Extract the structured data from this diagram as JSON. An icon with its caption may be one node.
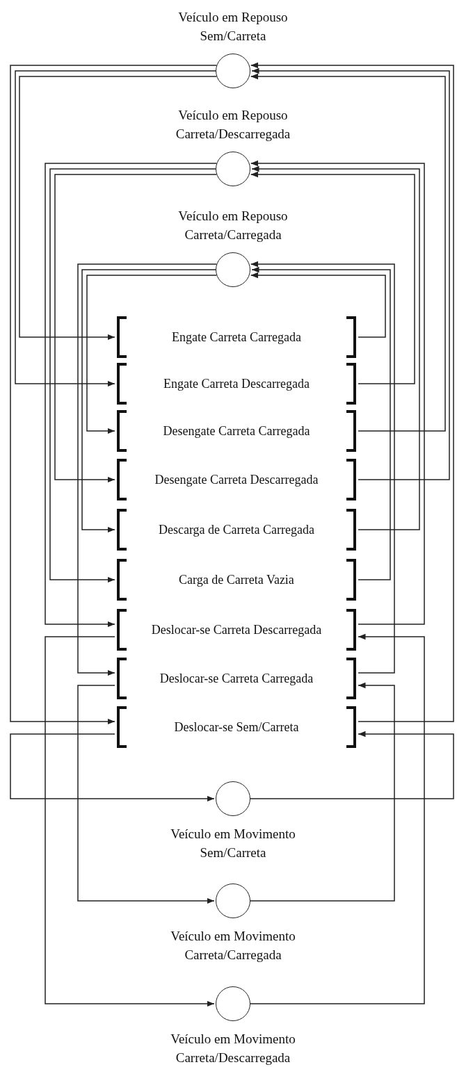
{
  "diagram": {
    "nodes": [
      {
        "text": [
          "Veículo em Repouso Sem/Carreta"
        ]
      },
      {
        "text": [
          "Veículo em Repouso Carreta/Descarregada"
        ]
      },
      {
        "text": [
          "Veículo em Repouso Carreta/Carregada"
        ]
      },
      {
        "text": [
          "Engate Carreta Carregada"
        ]
      },
      {
        "text": [
          "Engate Carreta Descarregada"
        ]
      },
      {
        "text": [
          "Desengate Carreta Carregada"
        ]
      },
      {
        "text": [
          "Desengate Carreta Descarregada"
        ]
      },
      {
        "text": [
          "Descarga de Carreta Carregada"
        ]
      },
      {
        "text": [
          "Carga de Carreta Vazia"
        ]
      },
      {
        "text": [
          "Deslocar-se Carreta Descarregada"
        ]
      },
      {
        "text": [
          "Deslocar-se Carreta Carregada"
        ]
      },
      {
        "text": [
          "Deslocar-se Sem/Carreta"
        ]
      },
      {
        "text": [
          "Veículo em Movimento Sem/Carreta"
        ]
      },
      {
        "text": [
          "Veículo em Movimento Carreta/Carregada"
        ]
      },
      {
        "text": [
          "Veículo em Movimento Carreta/Descarregada"
        ]
      }
    ],
    "edges": [
      {
        "from": 0,
        "to": 3,
        "arrow": "to"
      },
      {
        "from": 0,
        "to": 4,
        "arrow": "to"
      },
      {
        "from": 0,
        "to": 11,
        "arrow": "to"
      },
      {
        "from": 1,
        "to": 6,
        "arrow": "to"
      },
      {
        "from": 1,
        "to": 8,
        "arrow": "to"
      },
      {
        "from": 1,
        "to": 9,
        "arrow": "to"
      },
      {
        "from": 2,
        "to": 5,
        "arrow": "to"
      },
      {
        "from": 2,
        "to": 7,
        "arrow": "to"
      },
      {
        "from": 2,
        "to": 10,
        "arrow": "to"
      },
      {
        "from": 3,
        "to": 2,
        "arrow": "to"
      },
      {
        "from": 8,
        "to": 2,
        "arrow": "to"
      },
      {
        "from": 10,
        "to": 2,
        "arrow": "to"
      },
      {
        "from": 4,
        "to": 1,
        "arrow": "to"
      },
      {
        "from": 7,
        "to": 1,
        "arrow": "to"
      },
      {
        "from": 9,
        "to": 1,
        "arrow": "to"
      },
      {
        "from": 5,
        "to": 0,
        "arrow": "to"
      },
      {
        "from": 6,
        "to": 0,
        "arrow": "to"
      },
      {
        "from": 11,
        "to": 0,
        "arrow": "to"
      },
      {
        "from": 11,
        "to": 12,
        "arrow": "to"
      },
      {
        "from": 9,
        "to": 14,
        "arrow": "to"
      },
      {
        "from": 10,
        "to": 13,
        "arrow": "to"
      },
      {
        "from": 12,
        "to": 11,
        "arrow": "to"
      },
      {
        "from": 14,
        "to": 9,
        "arrow": "to"
      },
      {
        "from": 13,
        "to": 10,
        "arrow": "to"
      }
    ]
  }
}
